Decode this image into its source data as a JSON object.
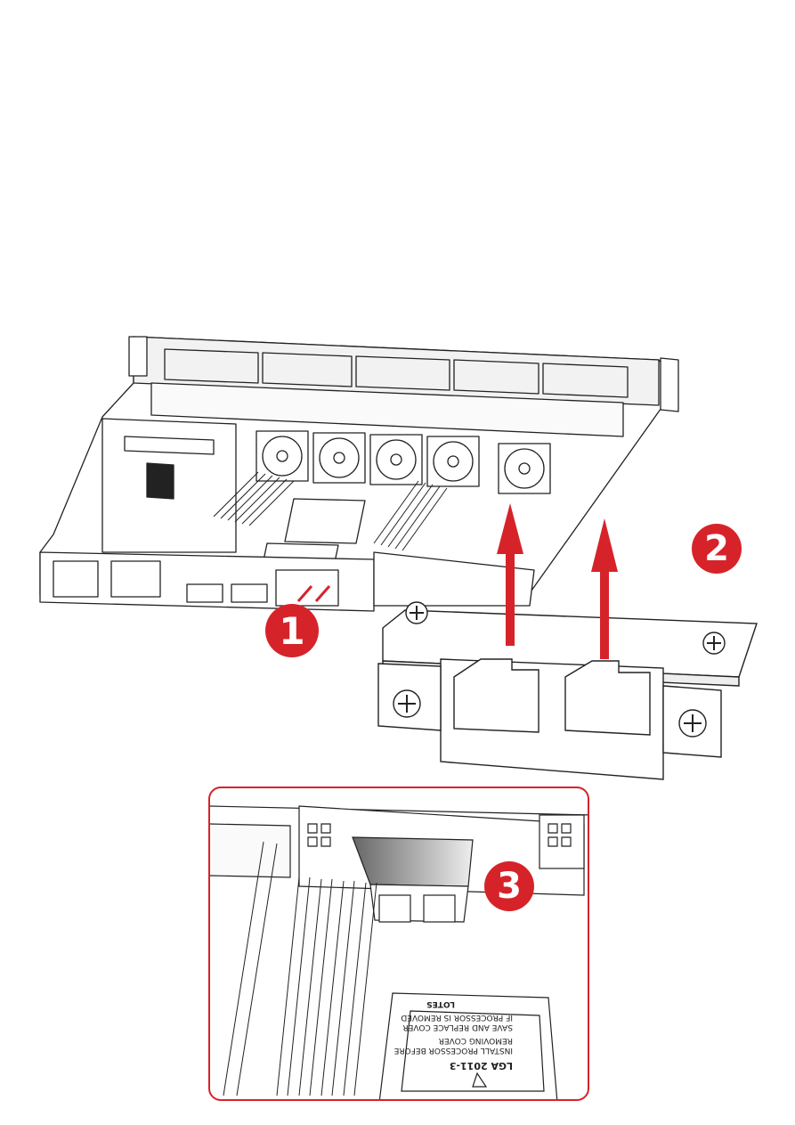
{
  "diagram": {
    "steps": [
      {
        "id": "step-1",
        "label": "1"
      },
      {
        "id": "step-2",
        "label": "2"
      },
      {
        "id": "step-3",
        "label": "3"
      }
    ],
    "inset_labels": {
      "socket": "LGA 2011-3",
      "lotes": "LOTES",
      "warning_line1": "INSTALL PROCESSOR BEFORE",
      "warning_line2": "REMOVING COVER",
      "warning_line3": "SAVE AND REPLACE COVER",
      "warning_line4": "IF PROCESSOR IS REMOVED"
    },
    "colors": {
      "accent": "#d6232a",
      "line": "#222222",
      "gray": "#888888"
    }
  }
}
